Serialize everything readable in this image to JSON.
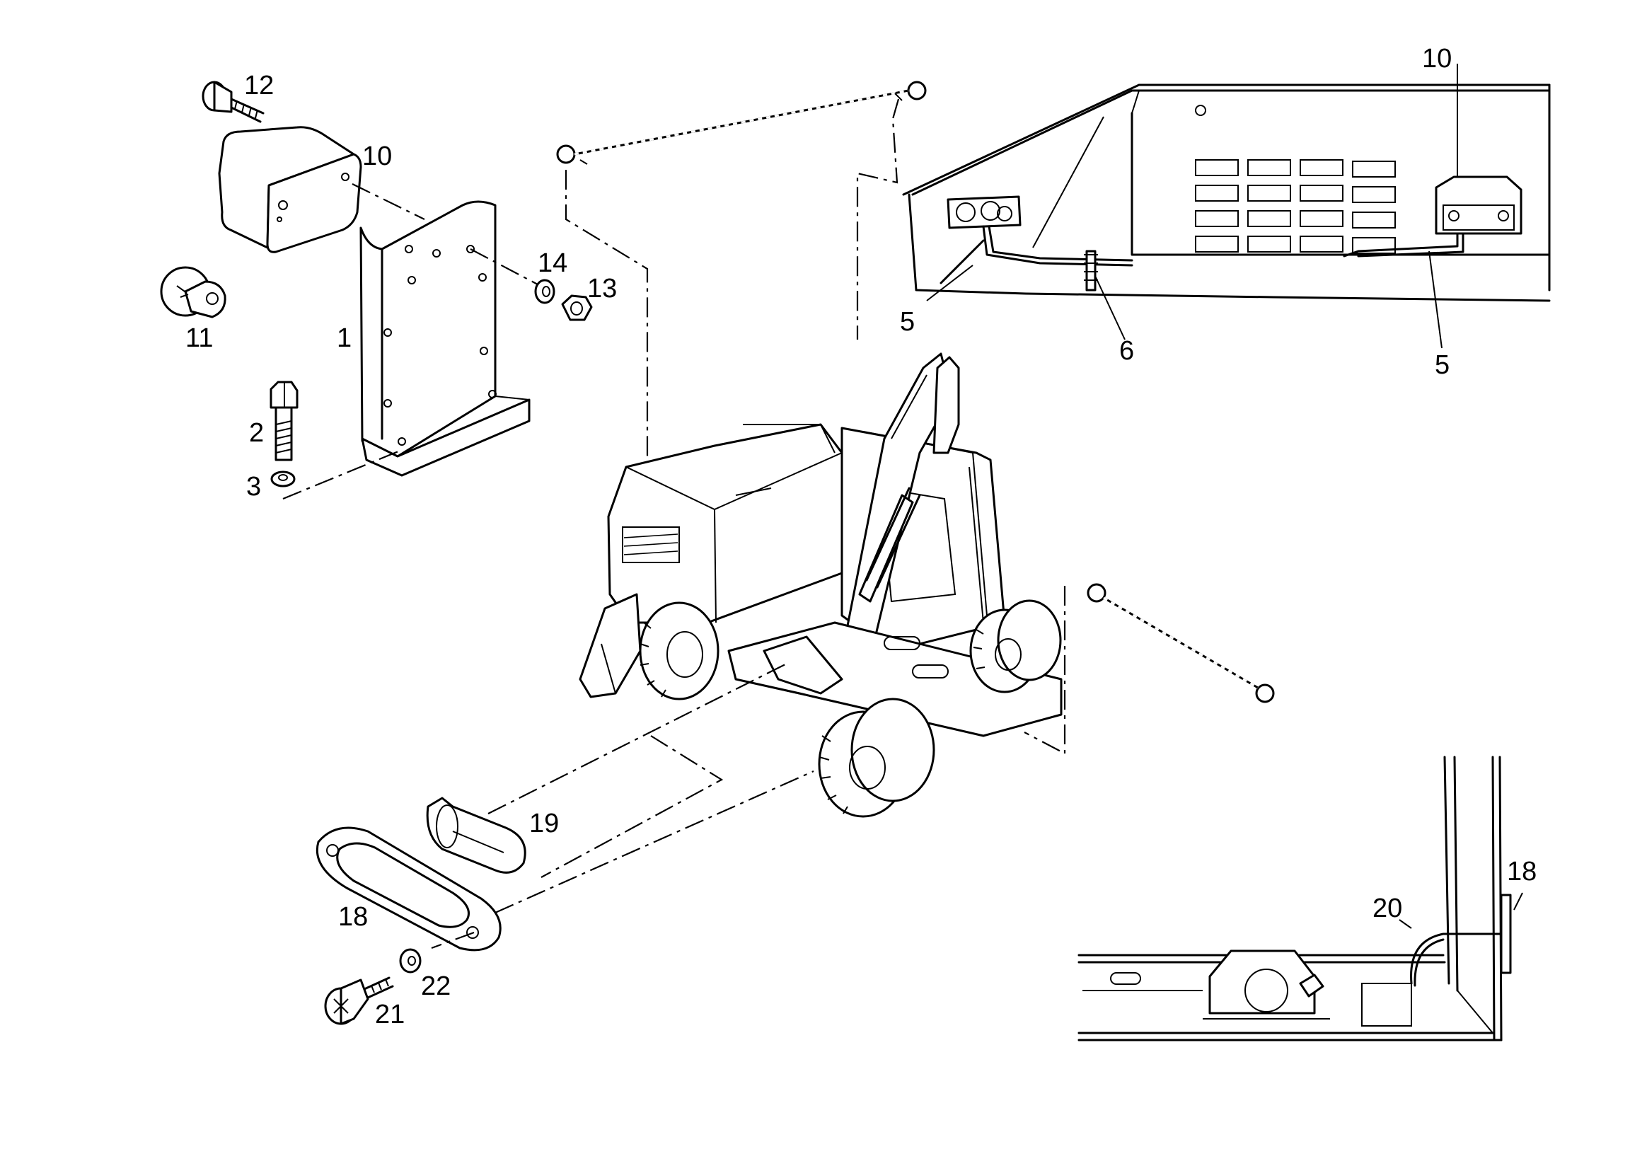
{
  "diagram": {
    "callouts": {
      "c12": "12",
      "c10a": "10",
      "c11": "11",
      "c1": "1",
      "c14": "14",
      "c13": "13",
      "c2": "2",
      "c3": "3",
      "c10b": "10",
      "c5a": "5",
      "c6": "6",
      "c5b": "5",
      "c19": "19",
      "c18a": "18",
      "c21": "21",
      "c22": "22",
      "c20": "20",
      "c18b": "18"
    }
  }
}
